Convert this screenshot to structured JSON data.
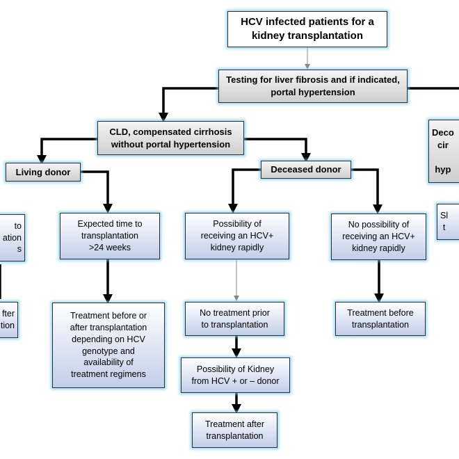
{
  "nodes": {
    "root": "HCV infected patients  for a\nkidney transplantation",
    "testing": "Testing for liver fibrosis and if indicated,\nportal hypertension",
    "cld": "CLD, compensated cirrhosis\nwithout portal hypertension",
    "decomp": "Deco\ncir\n\nhyp",
    "living": "Living donor",
    "deceased": "Deceased donor",
    "left_partial_1": "to\nation\ns",
    "expected": "Expected time to\ntransplantation\n>24 weeks",
    "possibility_rapid": "Possibility of\nreceiving an HCV+\nkidney rapidly",
    "no_possibility": "No possibility of\nreceiving an HCV+\nkidney rapidly",
    "right_partial": "Sl\nt",
    "left_partial_2": "fter\ntion",
    "treatment_depending": "Treatment before or\nafter transplantation\ndepending on HCV\ngenotype and\navailability of\ntreatment regimens",
    "no_treatment": "No treatment  prior\nto transplantation",
    "treatment_before": "Treatment before\ntransplantation",
    "possibility_kidney": "Possibility of Kidney\nfrom HCV + or – donor",
    "treatment_after": "Treatment after\ntransplantation"
  },
  "colors": {
    "blue_fill_bottom": "#c2cee9",
    "glow": "#78c8e6",
    "arrow": "#000000",
    "thin_arrow": "#888888"
  }
}
